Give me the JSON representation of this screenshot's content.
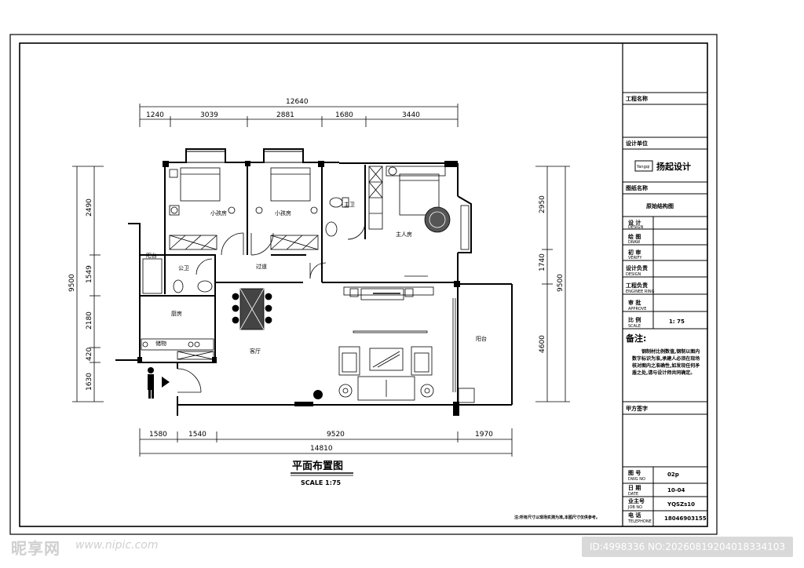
{
  "drawing": {
    "title": "平面布置图",
    "scale": "SCALE 1:75",
    "note": "注:所有尺寸以现场实测为准,本图尺寸仅供参考。"
  },
  "dims_top": {
    "total": "12640",
    "segments": [
      "1240",
      "3039",
      "2881",
      "1680",
      "3440"
    ]
  },
  "dims_bottom": {
    "total": "14810",
    "segments": [
      "1580",
      "1540",
      "9520",
      "1970"
    ]
  },
  "dims_left": {
    "total": "9500",
    "segments": [
      "2490",
      "1549",
      "2180",
      "420",
      "1630"
    ]
  },
  "dims_right": {
    "total": "9500",
    "segments": [
      "2950",
      "1740",
      "4600"
    ]
  },
  "rooms": {
    "bedroom_1": "小孩房",
    "bedroom_2": "小孩房",
    "master_bath": "主卫",
    "master_bedroom": "主人房",
    "balcony_small": "阳台",
    "public_bath": "公卫",
    "corridor": "过道",
    "kitchen": "厨房",
    "living": "客厅",
    "balcony_big": "阳台",
    "store": "储物"
  },
  "title_block": {
    "project_name_label": "工程名称",
    "design_unit_label": "设计单位",
    "company": "扬起设计",
    "logo_text": "Yangqi",
    "drawing_name_label": "图纸名称",
    "drawing_name": "原始结构图",
    "rows": [
      {
        "cn": "设 计",
        "en": "DESIGN",
        "val": ""
      },
      {
        "cn": "绘 图",
        "en": "DRAW",
        "val": ""
      },
      {
        "cn": "初 审",
        "en": "VERIFY",
        "val": ""
      },
      {
        "cn": "设计负责",
        "en": "DESIGN",
        "val": ""
      },
      {
        "cn": "工程负责",
        "en": "ENGINEE RING",
        "val": ""
      },
      {
        "cn": "审 批",
        "en": "APPROVE",
        "val": ""
      },
      {
        "cn": "比 例",
        "en": "SCALE",
        "val": "1: 75"
      }
    ],
    "remarks_label": "备注:",
    "remarks": "钢制材比例数值,钢制以图内数字标识为准,承建人必须在现场核对图内之准确性,如发现任何矛盾之处,请与设计师共同确定。",
    "client_sign_label": "甲方签字",
    "bottom_rows": [
      {
        "cn": "图 号",
        "en": "DWG NO",
        "val": "02p"
      },
      {
        "cn": "日 期",
        "en": "DATE",
        "val": "10-04"
      },
      {
        "cn": "业主号",
        "en": "JOB NO",
        "val": "YQSZs10"
      },
      {
        "cn": "电 话",
        "en": "TELEPHONE",
        "val": "18046903155"
      }
    ]
  },
  "watermark": {
    "site_name": "昵享网",
    "url": "www.nipic.com",
    "id_text": "ID:4998336 NO:20260819204018334103"
  }
}
